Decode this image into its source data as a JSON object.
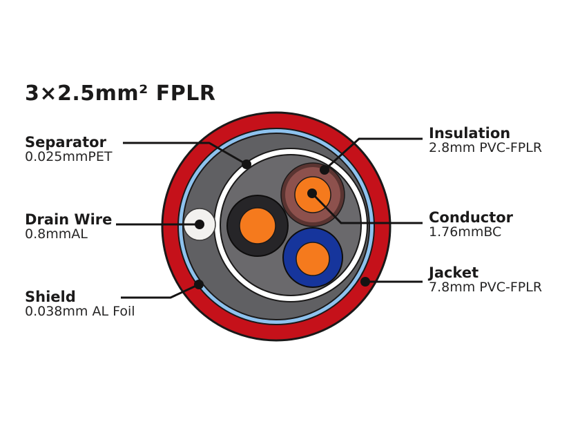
{
  "title": "3×2.5mm² FPLR",
  "labels": {
    "separator": {
      "name": "Separator",
      "value": "0.025mmPET"
    },
    "drain_wire": {
      "name": "Drain Wire",
      "value": "0.8mmAL"
    },
    "shield": {
      "name": "Shield",
      "value": "0.038mm AL Foil"
    },
    "insulation": {
      "name": "Insulation",
      "value": "2.8mm PVC-FPLR"
    },
    "conductor": {
      "name": "Conductor",
      "value": "1.76mmBC"
    },
    "jacket": {
      "name": "Jacket",
      "value": "7.8mm PVC-FPLR"
    }
  },
  "colors": {
    "jacket_red": "#c5111a",
    "shield_blue": "#8ec2ee",
    "filler_gray": "#606063",
    "inner_gray": "#6a696c",
    "separator_white": "#ffffff",
    "drain_white": "#f2f1ef",
    "insulation_black": "#262528",
    "insulation_brown_edge": "#5a3431",
    "insulation_brown": "#8d514d",
    "insulation_blue": "#16359c",
    "conductor_orange": "#f57a1d",
    "line_black": "#141313"
  }
}
